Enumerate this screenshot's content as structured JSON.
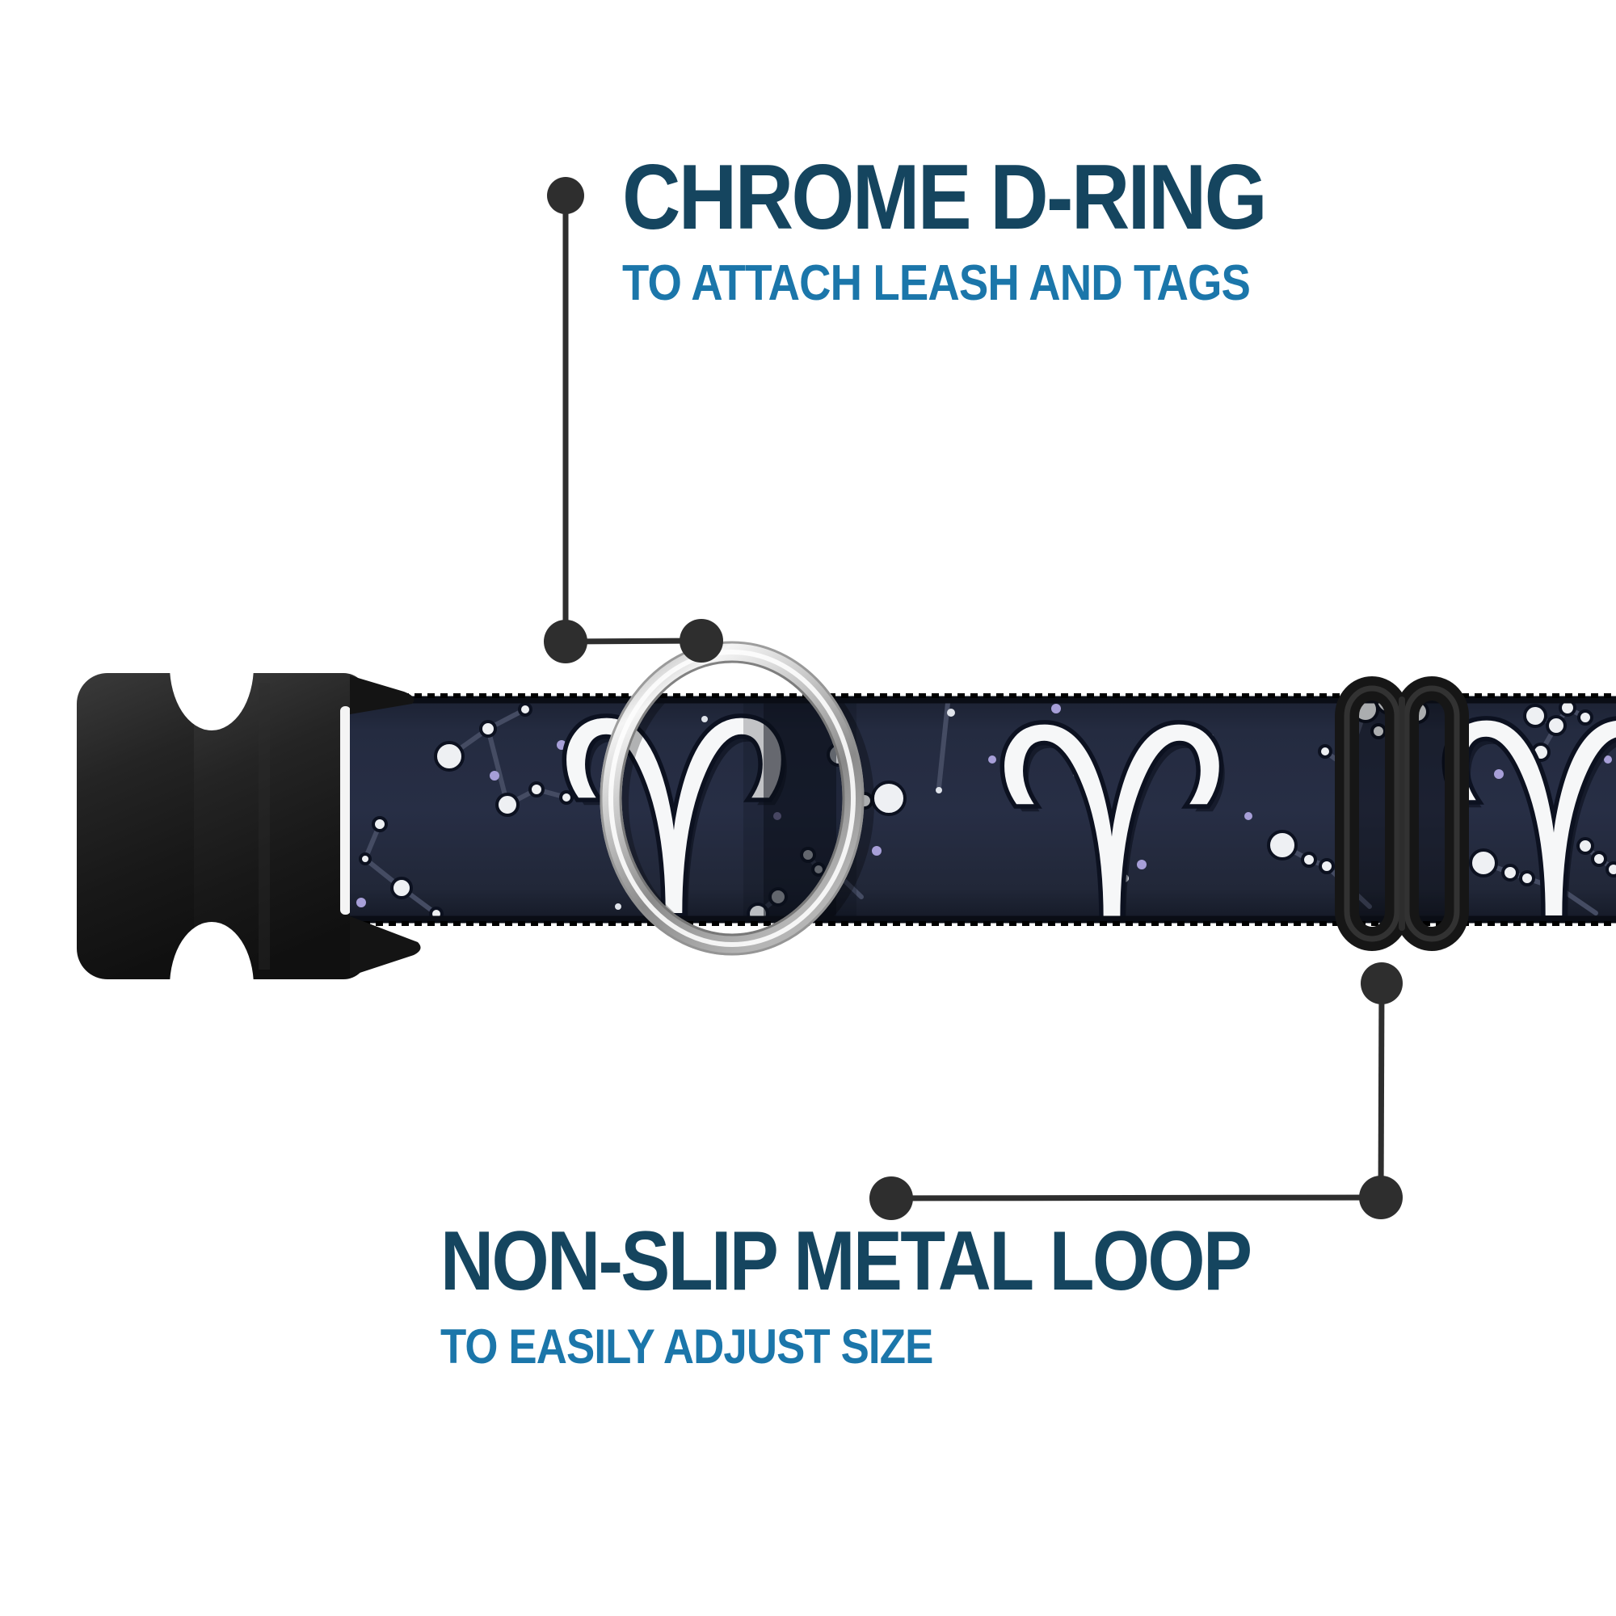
{
  "page": {
    "background": "#ffffff",
    "type": "product feature infographic of an adjustable dog collar"
  },
  "callouts": [
    {
      "id": "chrome-d-ring",
      "title": "CHROME D-RING",
      "subtitle": "TO ATTACH LEASH AND TAGS",
      "title_color": "#15455f",
      "subtitle_color": "#1b76aa"
    },
    {
      "id": "non-slip-metal-loop",
      "title": "NON-SLIP METAL LOOP",
      "subtitle": "TO EASILY ADJUST SIZE",
      "title_color": "#15455f",
      "subtitle_color": "#1b76aa"
    }
  ],
  "product": {
    "item": "dog collar with side-release buckle, chrome D-ring and adjustment loop",
    "webbing_pattern": "white Aries zodiac symbols and star constellations on dark navy webbing",
    "aries_glyph": "♈",
    "hardware": {
      "buckle": "black plastic side-release buckle",
      "d_ring": "chrome metal D-ring",
      "slider": "black non-slip adjustment loop"
    },
    "colors": {
      "webbing_navy": "#252c42",
      "webbing_edge": "#0a0d15",
      "symbol_white": "#f6f7f8",
      "constellation_line": "#454c63",
      "star_purple": "#a79fd8",
      "chrome_light": "#f2f2f2",
      "chrome_dark": "#7a7a7a",
      "plastic_black": "#1c1c1c",
      "callout_line": "#2e2e2e"
    }
  }
}
